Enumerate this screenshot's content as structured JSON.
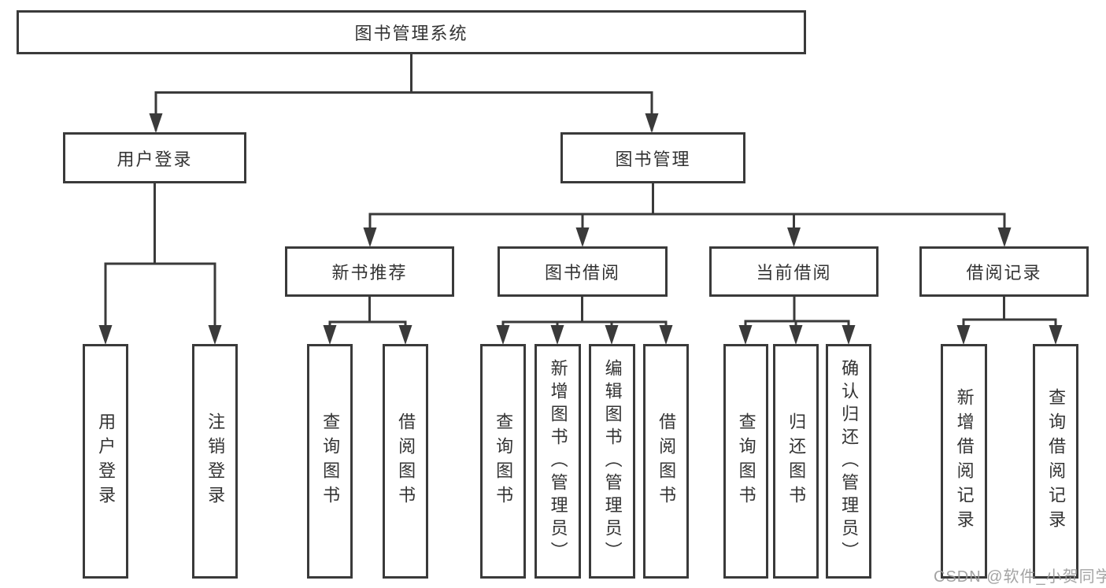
{
  "tree": {
    "root": {
      "label": "图书管理系统"
    },
    "branches": [
      {
        "label": "用户登录",
        "children": [
          {
            "label": "用户登录"
          },
          {
            "label": "注销登录"
          }
        ]
      },
      {
        "label": "图书管理",
        "groups": [
          {
            "label": "新书推荐",
            "children": [
              {
                "label": "查询图书"
              },
              {
                "label": "借阅图书"
              }
            ]
          },
          {
            "label": "图书借阅",
            "children": [
              {
                "label": "查询图书"
              },
              {
                "label": "新增图书（管理员）"
              },
              {
                "label": "编辑图书（管理员）"
              },
              {
                "label": "借阅图书"
              }
            ]
          },
          {
            "label": "当前借阅",
            "children": [
              {
                "label": "查询图书"
              },
              {
                "label": "归还图书"
              },
              {
                "label": "确认归还（管理员）"
              }
            ]
          },
          {
            "label": "借阅记录",
            "children": [
              {
                "label": "新增借阅记录"
              },
              {
                "label": "查询借阅记录"
              }
            ]
          }
        ]
      }
    ]
  },
  "watermark": "CSDN @软件_小贺同学",
  "colors": {
    "line": "#3a3a3a",
    "text": "#333333",
    "watermark": "#9a9a9a",
    "background": "#ffffff"
  }
}
